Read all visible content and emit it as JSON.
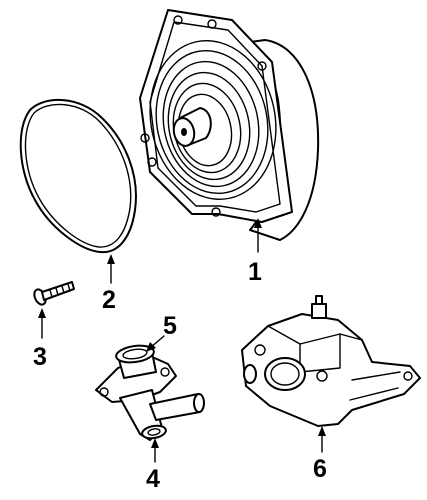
{
  "callouts": [
    {
      "number": "1",
      "part": "water-pump"
    },
    {
      "number": "2",
      "part": "pump-gasket"
    },
    {
      "number": "3",
      "part": "bolt"
    },
    {
      "number": "4",
      "part": "thermostat-housing"
    },
    {
      "number": "5",
      "part": "thermostat"
    },
    {
      "number": "6",
      "part": "water-outlet-housing"
    }
  ]
}
